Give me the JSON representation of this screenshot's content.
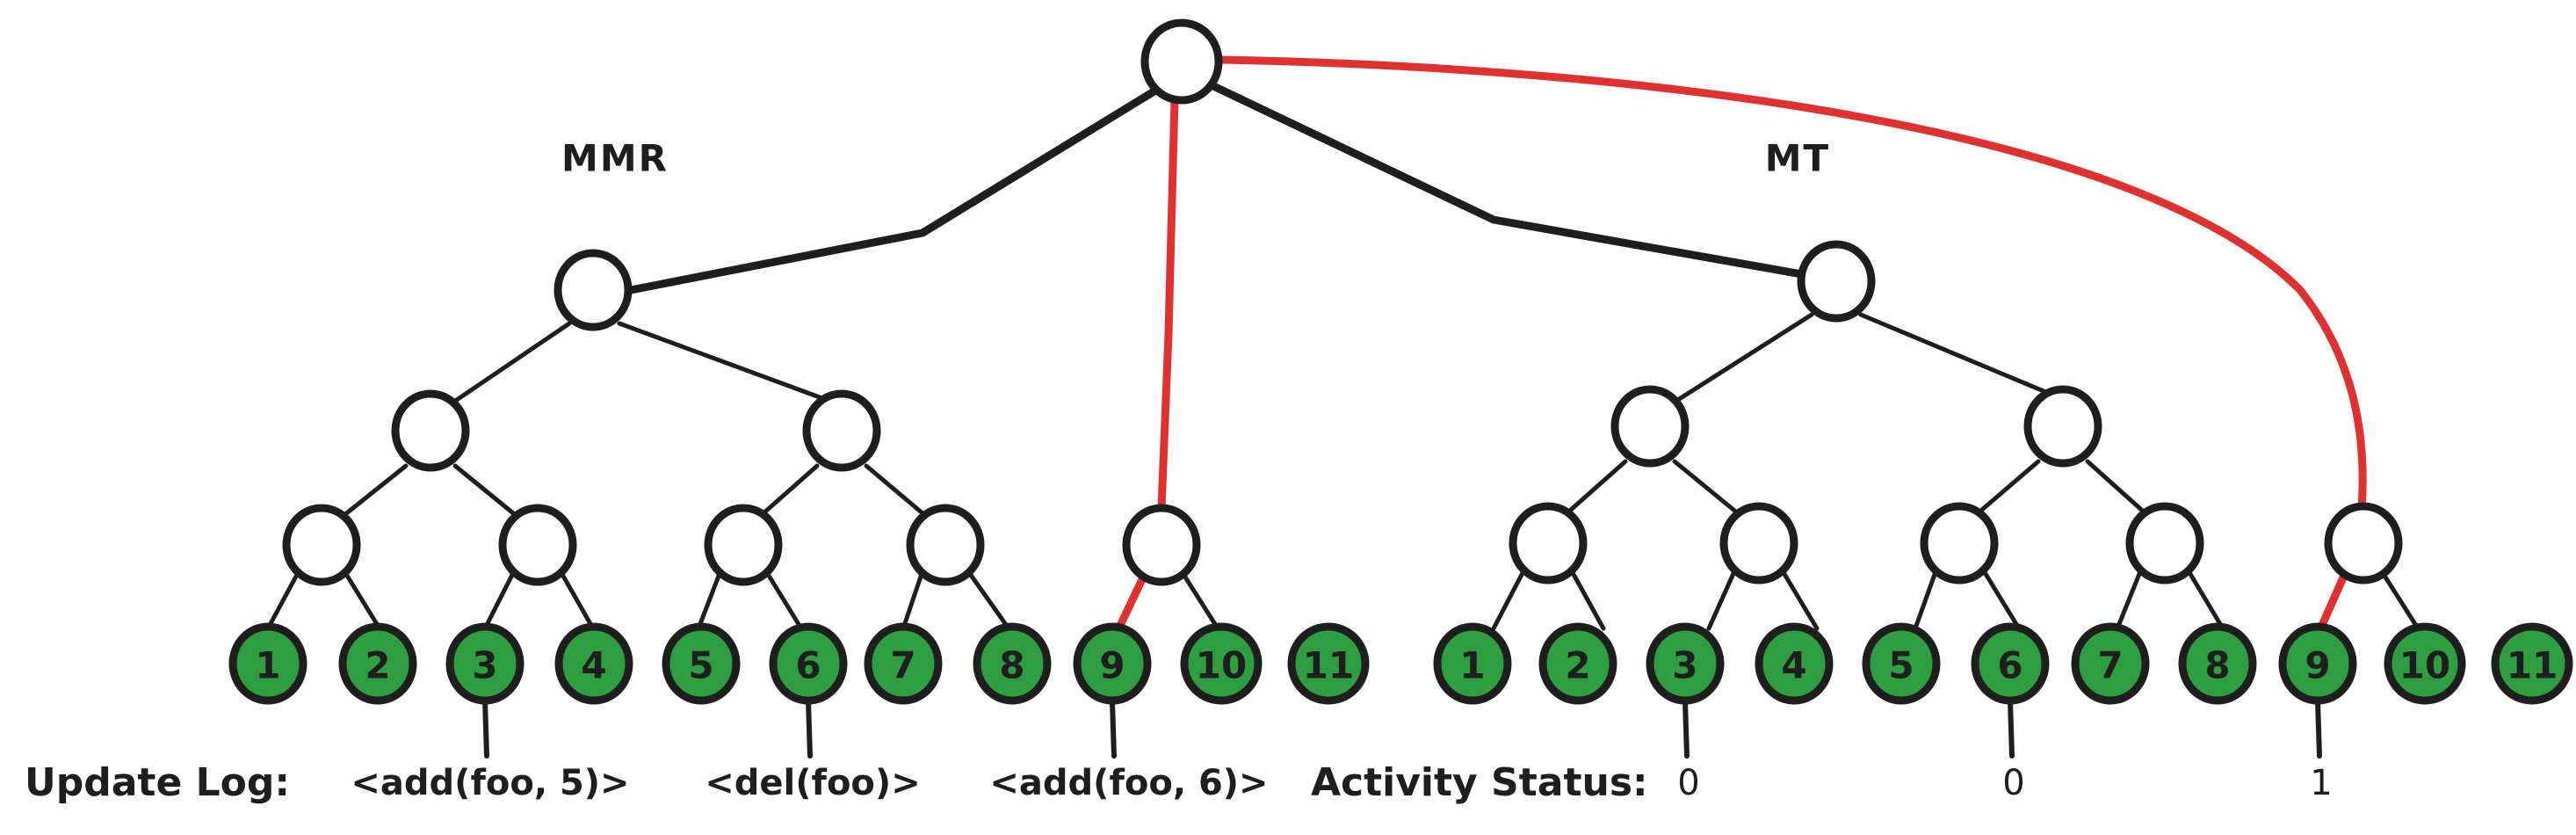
{
  "diagram": {
    "title_labels": {
      "mmr": "MMR",
      "mt": "MT"
    },
    "captions": {
      "update_log": "Update Log:",
      "activity_status": "Activity Status:"
    },
    "update_log_entries": [
      {
        "text": "<add(foo, 5)>",
        "leaf": 3
      },
      {
        "text": "<del(foo)>",
        "leaf": 6
      },
      {
        "text": "<add(foo, 6)>",
        "leaf": 9
      }
    ],
    "activity_status_values": [
      {
        "text": "0",
        "leaf": 3
      },
      {
        "text": "0",
        "leaf": 6
      },
      {
        "text": "1",
        "leaf": 9
      }
    ],
    "leaf_labels": [
      "1",
      "2",
      "3",
      "4",
      "5",
      "6",
      "7",
      "8",
      "9",
      "10",
      "11"
    ],
    "mmr_leaf_labels": [
      "1",
      "2",
      "3",
      "4",
      "5",
      "6",
      "7",
      "8",
      "9",
      "10",
      "11"
    ],
    "mt_leaf_labels": [
      "1",
      "2",
      "3",
      "4",
      "5",
      "6",
      "7",
      "8",
      "9",
      "10",
      "11"
    ],
    "colors": {
      "leaf_fill": "#2f9e41",
      "stroke": "#1e1e1e",
      "highlight": "#e03131",
      "node_fill": "#ffffff",
      "background": "#ffffff"
    },
    "structure": {
      "type": "merkle-tree-comparison",
      "root_shared": true,
      "mmr_isolated_leaf": "11",
      "mt_isolated_leaf": "11",
      "highlighted_path_mmr": [
        "root",
        "node-9-10",
        "leaf-9"
      ],
      "highlighted_path_mt": [
        "root",
        "node-9-10",
        "leaf-9"
      ]
    }
  }
}
